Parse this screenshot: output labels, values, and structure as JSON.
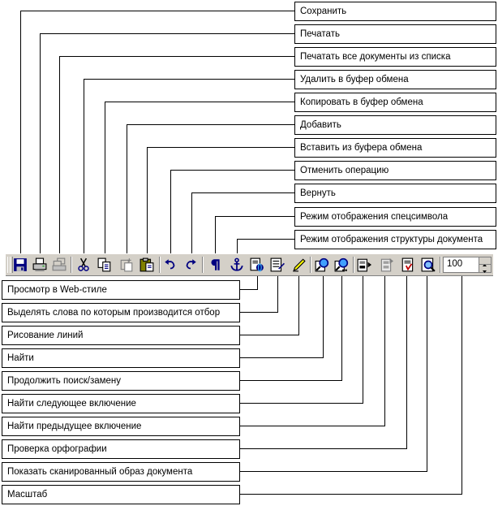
{
  "toolbar": {
    "zoom_value": "100",
    "buttons": [
      {
        "name": "save-icon"
      },
      {
        "name": "print-icon"
      },
      {
        "name": "print-all-icon"
      },
      {
        "name": "cut-icon"
      },
      {
        "name": "copy-icon"
      },
      {
        "name": "add-icon"
      },
      {
        "name": "paste-icon"
      },
      {
        "name": "undo-icon"
      },
      {
        "name": "redo-icon"
      },
      {
        "name": "pilcrow-icon"
      },
      {
        "name": "anchor-icon"
      },
      {
        "name": "web-view-icon"
      },
      {
        "name": "highlight-icon"
      },
      {
        "name": "pencil-icon"
      },
      {
        "name": "find-icon"
      },
      {
        "name": "find-next-icon"
      },
      {
        "name": "find-forward-icon"
      },
      {
        "name": "find-back-icon"
      },
      {
        "name": "spellcheck-icon"
      },
      {
        "name": "scan-view-icon"
      }
    ]
  },
  "top_labels": [
    "Сохранить",
    "Печатать",
    "Печатать все документы из списка",
    "Удалить в буфер обмена",
    "Копировать в буфер обмена",
    "Добавить",
    "Вставить из буфера обмена",
    "Отменить операцию",
    "Вернуть",
    "Режим отображения спецсимвола",
    "Режим отображения структуры документа"
  ],
  "bottom_labels": [
    "Просмотр в Web-стиле",
    "Выделять слова по которым производится отбор",
    "Рисование линий",
    "Найти",
    "Продолжить поиск/замену",
    "Найти следующее включение",
    "Найти предыдущее включение",
    "Проверка орфографии",
    "Показать сканированный образ документа",
    "Масштаб"
  ]
}
